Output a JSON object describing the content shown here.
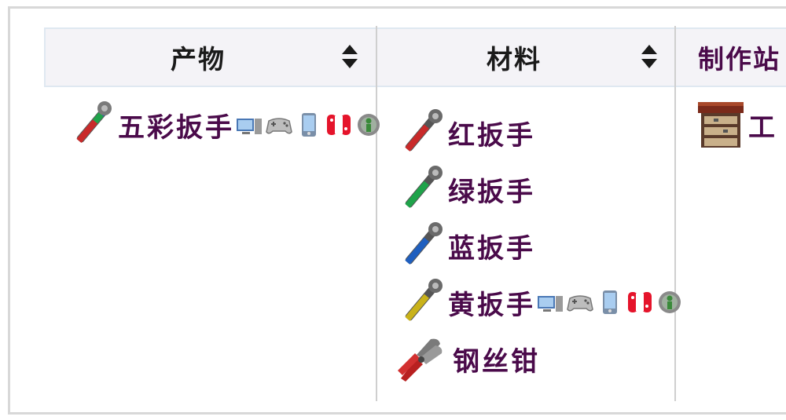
{
  "table": {
    "headers": {
      "result": "产物",
      "ingredients": "材料",
      "stations": "制作站"
    },
    "result_item": {
      "name": "五彩扳手",
      "icon": "multicolor-wrench-icon",
      "platforms": [
        "pc-icon",
        "console-icon",
        "mobile-icon",
        "switch-icon",
        "tmodloader-icon"
      ]
    },
    "ingredients": [
      {
        "name": "红扳手",
        "icon": "red-wrench-icon",
        "color": "#c92a2a"
      },
      {
        "name": "绿扳手",
        "icon": "green-wrench-icon",
        "color": "#1fa34a"
      },
      {
        "name": "蓝扳手",
        "icon": "blue-wrench-icon",
        "color": "#1f5fbf"
      },
      {
        "name": "黄扳手",
        "icon": "yellow-wrench-icon",
        "color": "#c9b21a",
        "platforms": [
          "pc-icon",
          "console-icon",
          "mobile-icon",
          "switch-icon",
          "tmodloader-icon"
        ]
      },
      {
        "name": "钢丝钳",
        "icon": "wire-cutter-icon",
        "color": "#c92a2a"
      }
    ],
    "station": {
      "name": "工",
      "icon": "tinkerers-workshop-icon"
    }
  },
  "colors": {
    "link_text": "#4a0a4a",
    "header_bg": "#f4f3f7",
    "divider": "#cfcfcf"
  }
}
